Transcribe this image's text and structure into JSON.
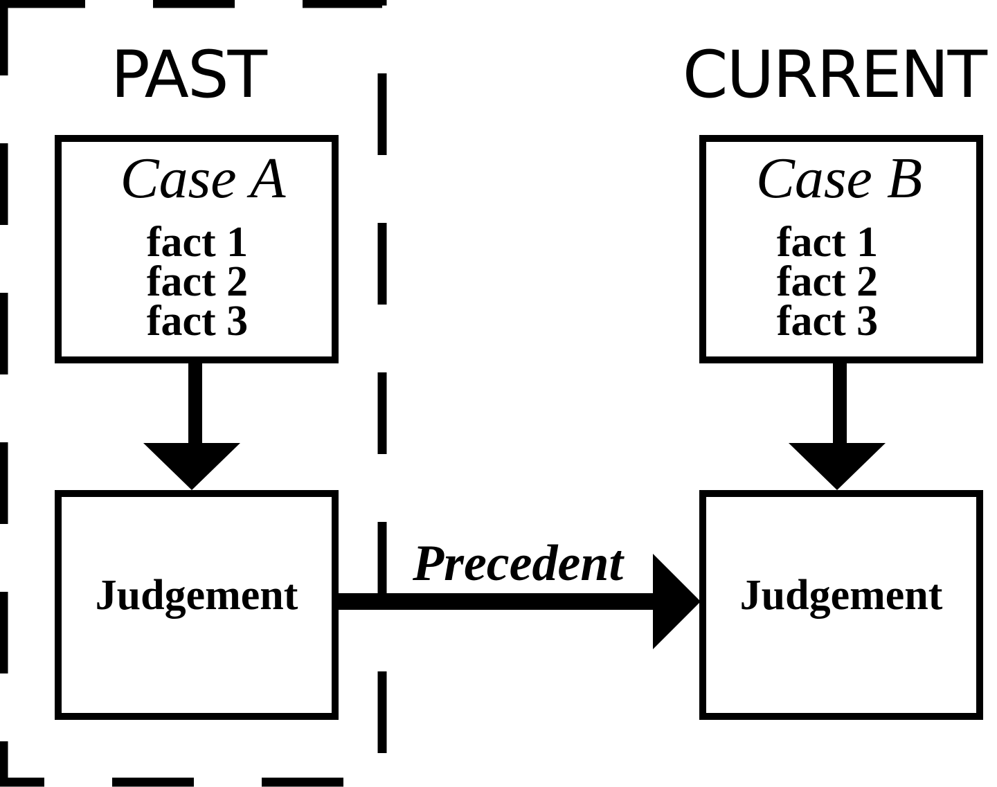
{
  "sections": {
    "past": {
      "title": "PAST"
    },
    "current": {
      "title": "CURRENT"
    }
  },
  "case_a": {
    "title": "Case A",
    "facts": [
      "fact 1",
      "fact 2",
      "fact 3"
    ],
    "judgement": "Judgement"
  },
  "case_b": {
    "title": "Case B",
    "facts": [
      "fact 1",
      "fact 2",
      "fact 3"
    ],
    "judgement": "Judgement"
  },
  "edge": {
    "label": "Precedent"
  },
  "colors": {
    "stroke": "#000000",
    "background": "#ffffff"
  }
}
